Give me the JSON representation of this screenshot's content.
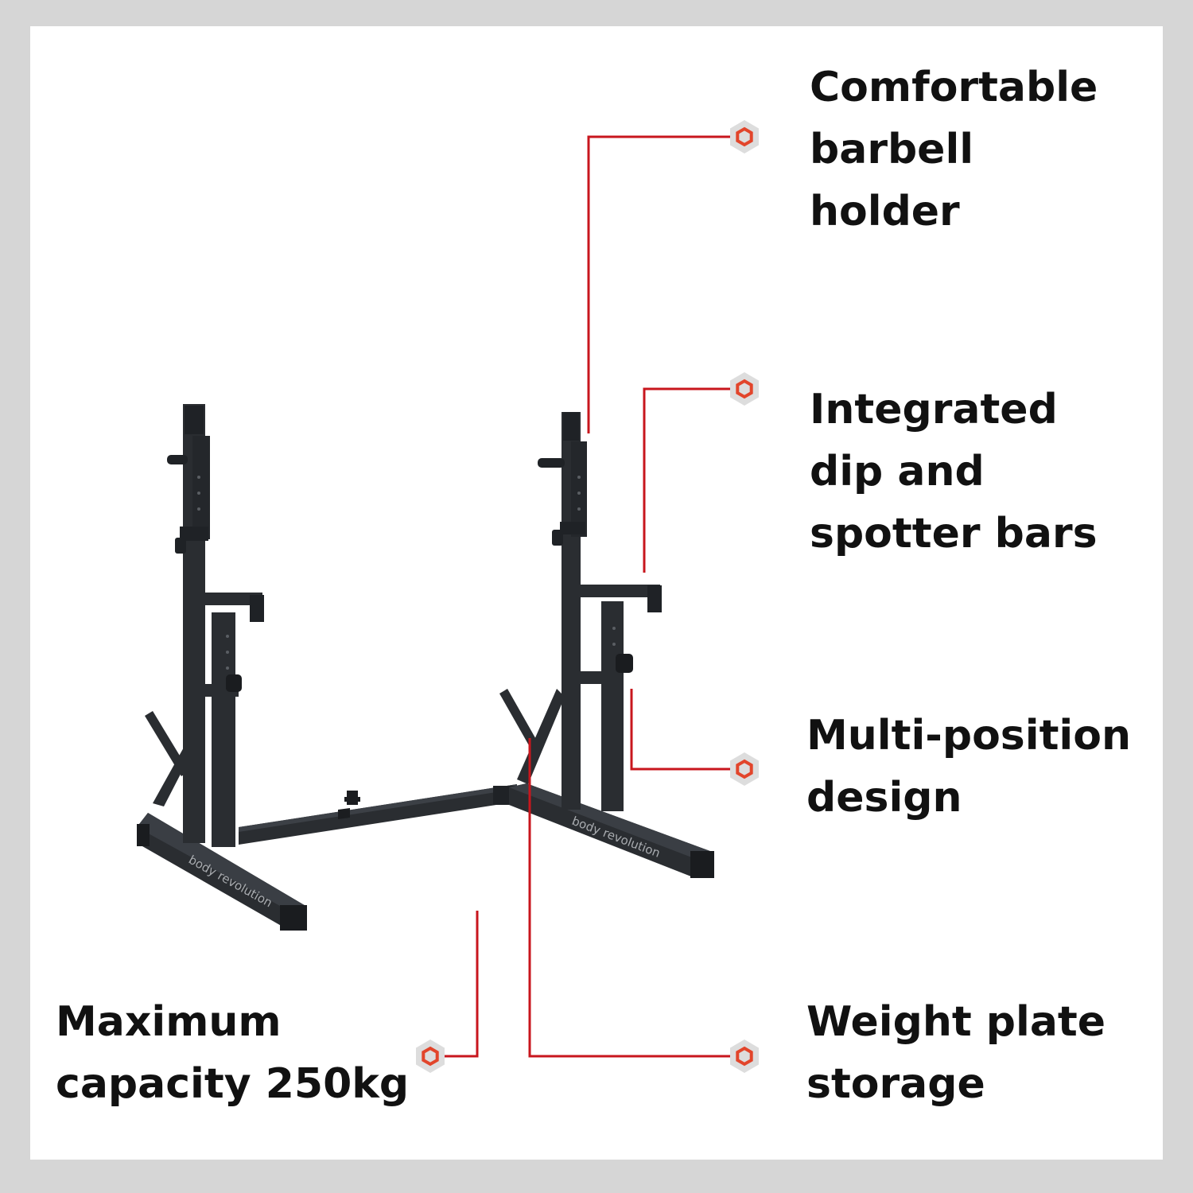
{
  "brand": {
    "logo_text": "body revolution"
  },
  "features": [
    {
      "id": "barbell",
      "text": "Comfortable\nbarbell\nholder"
    },
    {
      "id": "dip",
      "text": "Integrated\ndip and\nspotter bars"
    },
    {
      "id": "position",
      "text": "Multi-position\ndesign"
    },
    {
      "id": "storage",
      "text": "Weight plate\nstorage"
    },
    {
      "id": "capacity",
      "text": "Maximum\ncapacity 250kg"
    }
  ],
  "colors": {
    "background_border": "#d6d6d6",
    "panel": "#ffffff",
    "callout_line": "#c8161d",
    "marker_hex": "#dddddd",
    "marker_ring": "#e2452b",
    "rack_metal": "#2a2d31",
    "text": "#111111"
  },
  "icons": [
    "hexagon-marker-icon"
  ]
}
